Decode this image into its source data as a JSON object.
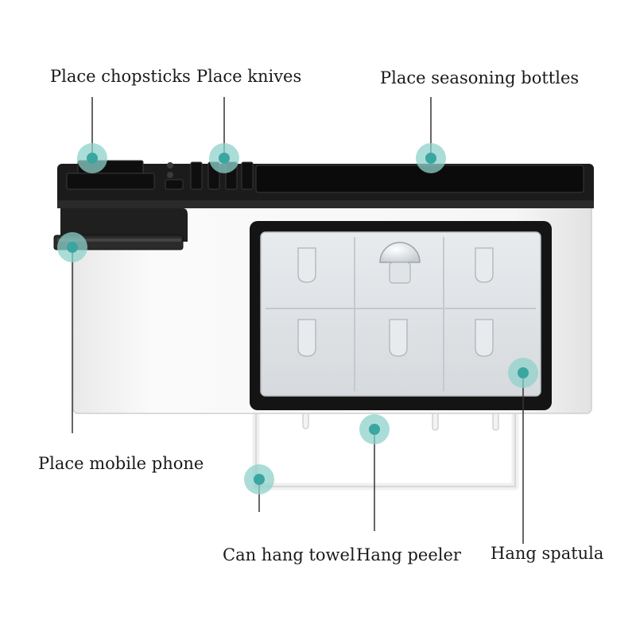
{
  "labels": {
    "chopsticks": "Place chopsticks",
    "knives": "Place knives",
    "seasoning": "Place seasoning bottles",
    "phone": "Place mobile phone",
    "towel": "Can hang towel",
    "peeler": "Hang peeler",
    "spatula": "Hang spatula"
  },
  "colors": {
    "marker": "#3aa6a0",
    "marker_halo": "#8fd1cb",
    "rack_body": "#f4f4f4",
    "rack_black": "#1b1b1b",
    "box_clear": "#dfe3e6",
    "leader_line": "#333333"
  },
  "icons": {
    "marker": "teal-dot-icon"
  }
}
